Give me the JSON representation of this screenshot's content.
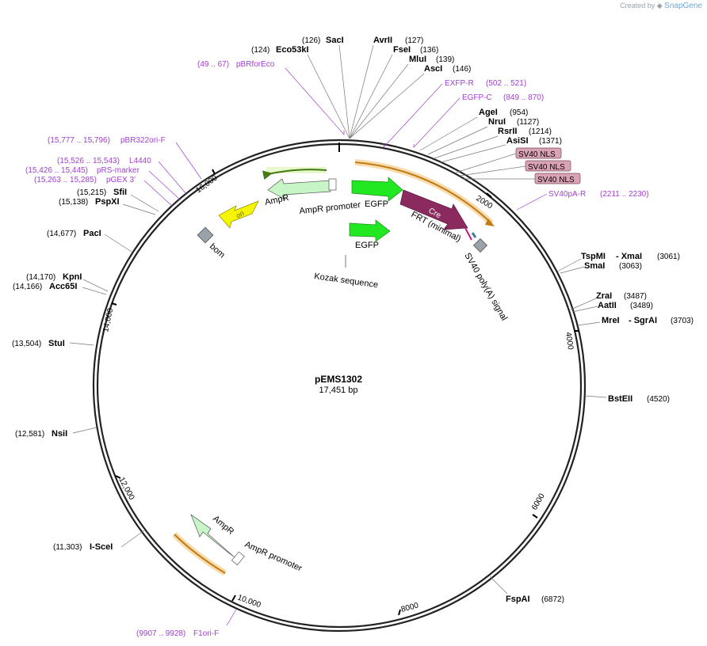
{
  "credit": {
    "prefix": "Created by",
    "brand": "SnapGene"
  },
  "plasmid": {
    "name": "pEMS1302",
    "size": "17,451 bp"
  },
  "ticks": [
    "2000",
    "4000",
    "6000",
    "8000",
    "10,000",
    "12,000",
    "14,000",
    "16,000"
  ],
  "sites": [
    {
      "name": "Eco53kI",
      "pos": "(124)"
    },
    {
      "name": "SacI",
      "pos": "(126)"
    },
    {
      "name": "AvrII",
      "pos": "(127)"
    },
    {
      "name": "FseI",
      "pos": "(136)"
    },
    {
      "name": "MluI",
      "pos": "(139)"
    },
    {
      "name": "AscI",
      "pos": "(146)"
    },
    {
      "name": "AgeI",
      "pos": "(954)"
    },
    {
      "name": "NruI",
      "pos": "(1127)"
    },
    {
      "name": "RsrII",
      "pos": "(1214)"
    },
    {
      "name": "AsiSI",
      "pos": "(1371)"
    },
    {
      "name": "TspMI",
      "pos": ""
    },
    {
      "name": "- XmaI",
      "pos": "(3061)"
    },
    {
      "name": "SmaI",
      "pos": "(3063)"
    },
    {
      "name": "ZraI",
      "pos": "(3487)"
    },
    {
      "name": "AatII",
      "pos": "(3489)"
    },
    {
      "name": "MreI",
      "pos": ""
    },
    {
      "name": "- SgrAI",
      "pos": "(3703)"
    },
    {
      "name": "BstEII",
      "pos": "(4520)"
    },
    {
      "name": "FspAI",
      "pos": "(6872)"
    },
    {
      "name": "I-SceI",
      "pos": "(11,303)"
    },
    {
      "name": "NsiI",
      "pos": "(12,581)"
    },
    {
      "name": "StuI",
      "pos": "(13,504)"
    },
    {
      "name": "KpnI",
      "pos": "(14,170)"
    },
    {
      "name": "Acc65I",
      "pos": "(14,166)"
    },
    {
      "name": "PacI",
      "pos": "(14,677)"
    },
    {
      "name": "SfiI",
      "pos": "(15,215)"
    },
    {
      "name": "PspXI",
      "pos": "(15,138)"
    }
  ],
  "primers": [
    {
      "name": "pBRforEco",
      "range": "(49 .. 67)"
    },
    {
      "name": "EXFP-R",
      "range": "(502 .. 521)"
    },
    {
      "name": "EGFP-C",
      "range": "(849 .. 870)"
    },
    {
      "name": "SV40pA-R",
      "range": "(2211 .. 2230)"
    },
    {
      "name": "pBR322ori-F",
      "range": "(15,777 .. 15,796)"
    },
    {
      "name": "L4440",
      "range": "(15,526 .. 15,543)"
    },
    {
      "name": "pRS-marker",
      "range": "(15,426 .. 15,445)"
    },
    {
      "name": "pGEX 3'",
      "range": "(15,263 .. 15,285)"
    },
    {
      "name": "F1ori-F",
      "range": "(9907 .. 9928)"
    }
  ],
  "features": {
    "sv40_nls": "SV40 NLS",
    "ampr": "AmpR",
    "ampr_promoter": "AmpR promoter",
    "egfp": "EGFP",
    "cre": "Cre",
    "frt": "FRT (minimal)",
    "sv40_polya": "SV40 poly(A) signal",
    "kozak": "Kozak sequence",
    "ori": "ori",
    "bom": "bom"
  },
  "colors": {
    "backbone": "#222222",
    "primer": "#a23fd1",
    "ampr": "#c8f5c8",
    "egfp": "#22e822",
    "cre": "#8b2a5e",
    "ori": "#f5f500",
    "nls": "#d9a3b5",
    "orange": "#e8a64d"
  }
}
